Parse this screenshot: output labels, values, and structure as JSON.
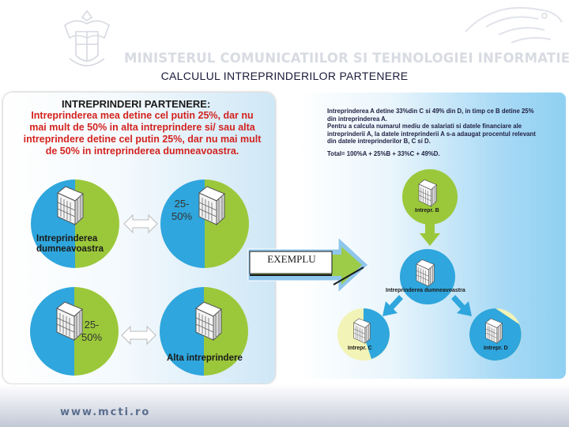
{
  "header": {
    "ministry": "MINISTERUL COMUNICATIILOR SI TEHNOLOGIEI INFORMATIEI",
    "page_title": "CALCULUL INTREPRINDERILOR PARTENERE"
  },
  "definition": {
    "title": "INTREPRINDERI PARTENERE:",
    "lines": [
      "Intreprinderea mea detine cel putin 25%, dar nu",
      "mai mult de 50% in alta intreprindere si/ sau alta",
      "intreprindere detine cel putin 25%, dar nu mai mult",
      "de 50% in intreprinderea dumneavoastra."
    ],
    "own_company_lines": [
      "Intreprinderea",
      "dumneavoastra"
    ],
    "pct_top": [
      "25-",
      "50%"
    ],
    "pct_bottom": [
      "25-",
      "50%"
    ],
    "other_company": "Alta intreprindere"
  },
  "arrow_label": "EXEMPLU",
  "example": {
    "lines": [
      "Intreprinderea A detine 33%din C si 49% din D, in timp ce B detine 25%",
      "din intreprinderea A.",
      "Pentru a calcula numarul mediu de salariati si datele financiare ale",
      "intreprinderii A, la datele intreprinderii A s-a adaugat procentul relevant",
      "din datele intreprinderilor B, C si D.",
      "",
      "Total= 100%A + 25%B + 33%C + 49%D."
    ],
    "node_b": "Intrepr. B",
    "node_center": "Intreprinderea dumneavoastra",
    "node_c": "Intrepr. C",
    "node_d": "Intrepr. D"
  },
  "footer": {
    "url": "www.mcti.ro"
  },
  "colors": {
    "green": "#9bc83a",
    "blue": "#2fa6dd",
    "light_yellow": "#f2f3b6",
    "title_red": "#d3231f"
  },
  "icons": [
    "coat-of-arms-icon",
    "eagle-watermark-icon",
    "building-icon"
  ]
}
